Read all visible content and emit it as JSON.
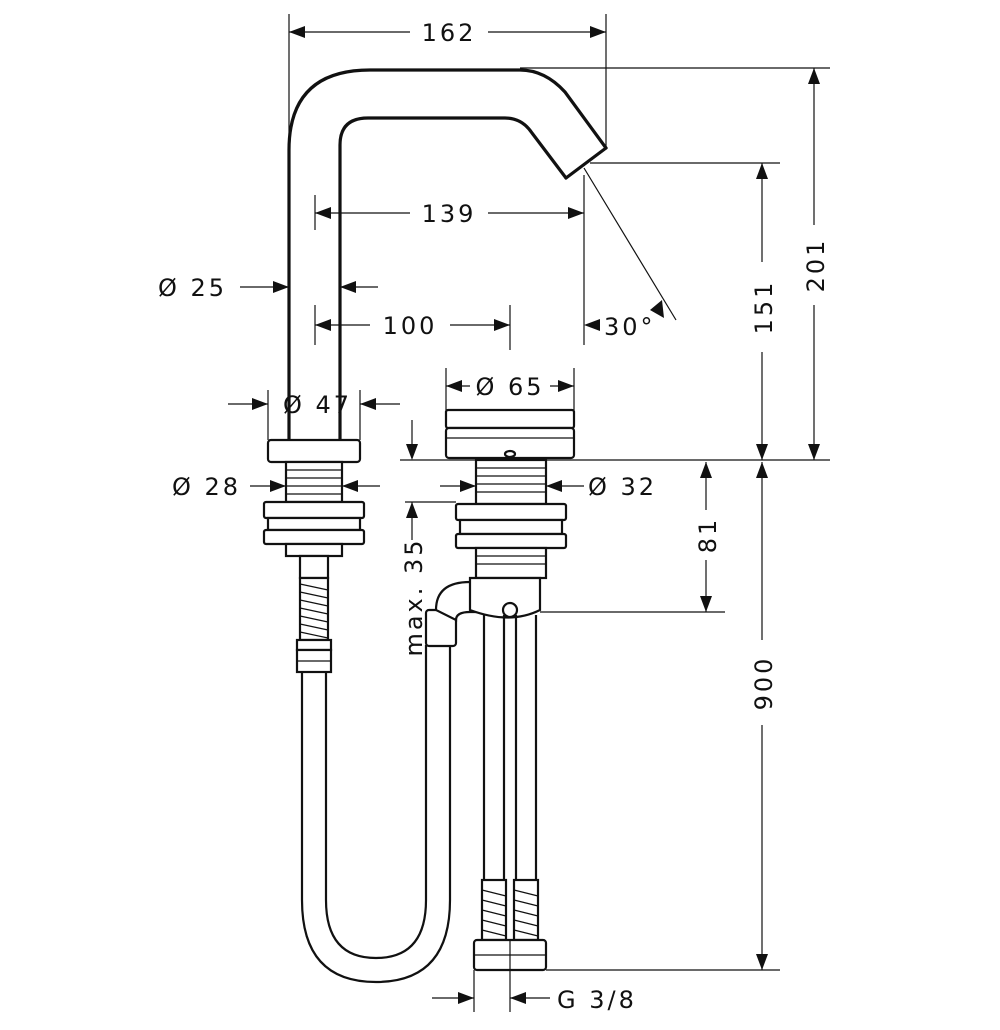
{
  "dimensions": {
    "d162": "162",
    "d139": "139",
    "d100": "100",
    "d25": "Ø 25",
    "d47": "Ø 47",
    "d65": "Ø 65",
    "d28": "Ø 28",
    "d32": "Ø 32",
    "d30": "30°",
    "d151": "151",
    "d201": "201",
    "d81": "81",
    "d900": "900",
    "dmax35": "max. 35",
    "dG38": "G 3/8"
  }
}
